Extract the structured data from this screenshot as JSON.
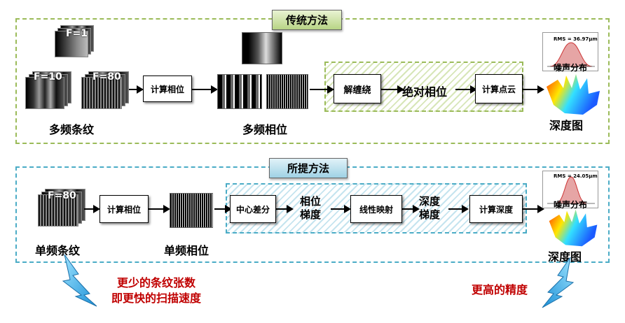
{
  "traditional": {
    "title": "传统方法",
    "fringe_labels": [
      "F=1",
      "F=10",
      "F=80"
    ],
    "multi_fringe_label": "多频条纹",
    "compute_phase": "计算相位",
    "multi_phase_label": "多频相位",
    "unwrap": "解缠绕",
    "absolute_phase": "绝对相位",
    "compute_cloud": "计算点云",
    "noise_label": "噪声分布",
    "rms": "RMS = 36.97μm",
    "depth_label": "深度图"
  },
  "proposed": {
    "title": "所提方法",
    "fringe_label": "F=80",
    "single_fringe_label": "单频条纹",
    "compute_phase": "计算相位",
    "single_phase_label": "单频相位",
    "central_diff": "中心差分",
    "phase_gradient": [
      "相位",
      "梯度"
    ],
    "linear_map": "线性映射",
    "depth_gradient": [
      "深度",
      "梯度"
    ],
    "compute_depth": "计算深度",
    "noise_label": "噪声分布",
    "rms": "RMS = 24.05μm",
    "depth_label": "深度图"
  },
  "annotations": {
    "left": [
      "更少的条纹张数",
      "即更快的扫描速度"
    ],
    "right": "更高的精度"
  },
  "colors": {
    "traditional_border": "#9bbb59",
    "proposed_border": "#4bacc6",
    "annotation": "#c00000"
  }
}
